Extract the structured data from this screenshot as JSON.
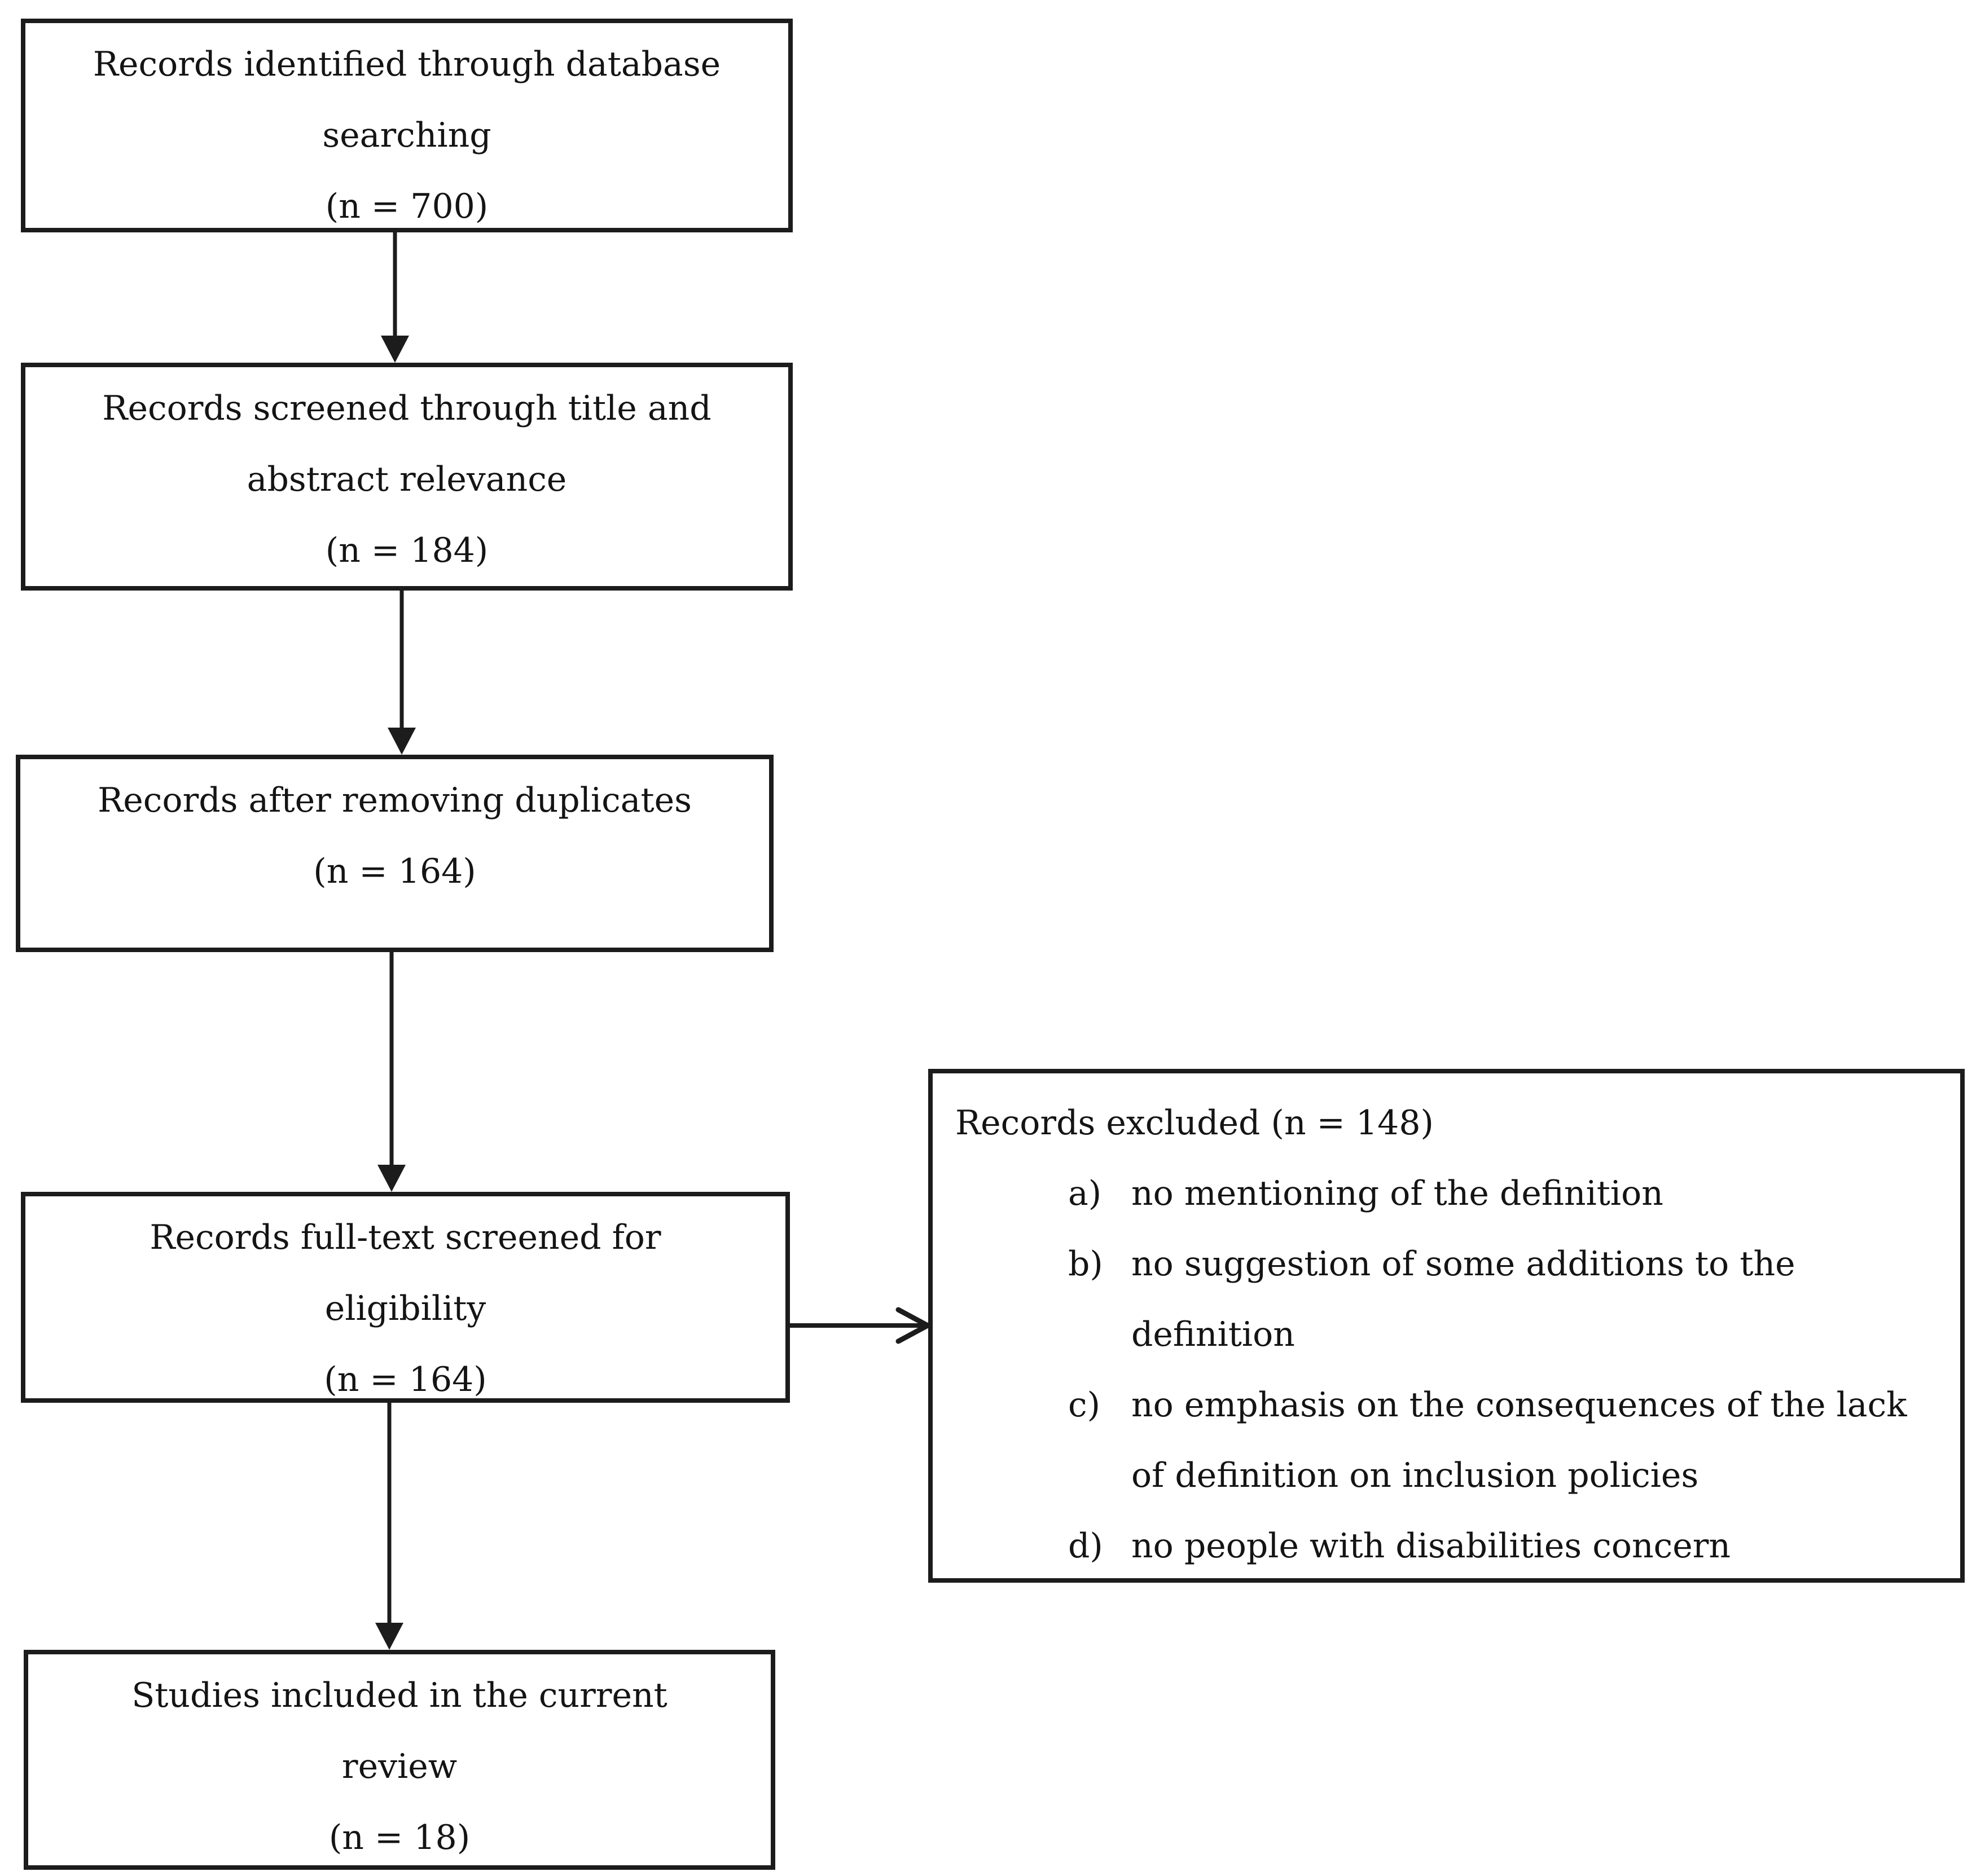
{
  "diagram": {
    "type": "flowchart",
    "title_semantic": "PRISMA records screening flow",
    "colors": {
      "border": "#1c1c1c",
      "text": "#141414",
      "background": "#ffffff",
      "arrow": "#1c1c1c"
    },
    "boxes": [
      {
        "id": "identified",
        "lines": [
          "Records identified through database",
          "searching",
          "(n = 700)"
        ]
      },
      {
        "id": "screened",
        "lines": [
          "Records screened through title and",
          "abstract relevance",
          "(n = 184)"
        ]
      },
      {
        "id": "deduplicated",
        "lines": [
          "Records after removing duplicates",
          "(n = 164)"
        ]
      },
      {
        "id": "fulltext",
        "lines": [
          "Records full-text screened for",
          "eligibility",
          "(n = 164)"
        ]
      },
      {
        "id": "included",
        "lines": [
          "Studies included in the current",
          "review",
          "(n = 18)"
        ]
      }
    ],
    "excluded_box": {
      "title": "Records excluded (n = 148)",
      "items": [
        {
          "marker": "a)",
          "lines": [
            "no mentioning of the definition"
          ]
        },
        {
          "marker": "b)",
          "lines": [
            "no suggestion of some additions to the",
            "definition"
          ]
        },
        {
          "marker": "c)",
          "lines": [
            "no emphasis on the consequences of the lack",
            "of definition on inclusion policies"
          ]
        },
        {
          "marker": "d)",
          "lines": [
            "no people with disabilities concern"
          ]
        }
      ]
    },
    "arrows": [
      {
        "from": "identified",
        "to": "screened",
        "direction": "down"
      },
      {
        "from": "screened",
        "to": "deduplicated",
        "direction": "down"
      },
      {
        "from": "deduplicated",
        "to": "fulltext",
        "direction": "down"
      },
      {
        "from": "fulltext",
        "to": "included",
        "direction": "down"
      },
      {
        "from": "fulltext",
        "to": "excluded",
        "direction": "right"
      }
    ]
  }
}
